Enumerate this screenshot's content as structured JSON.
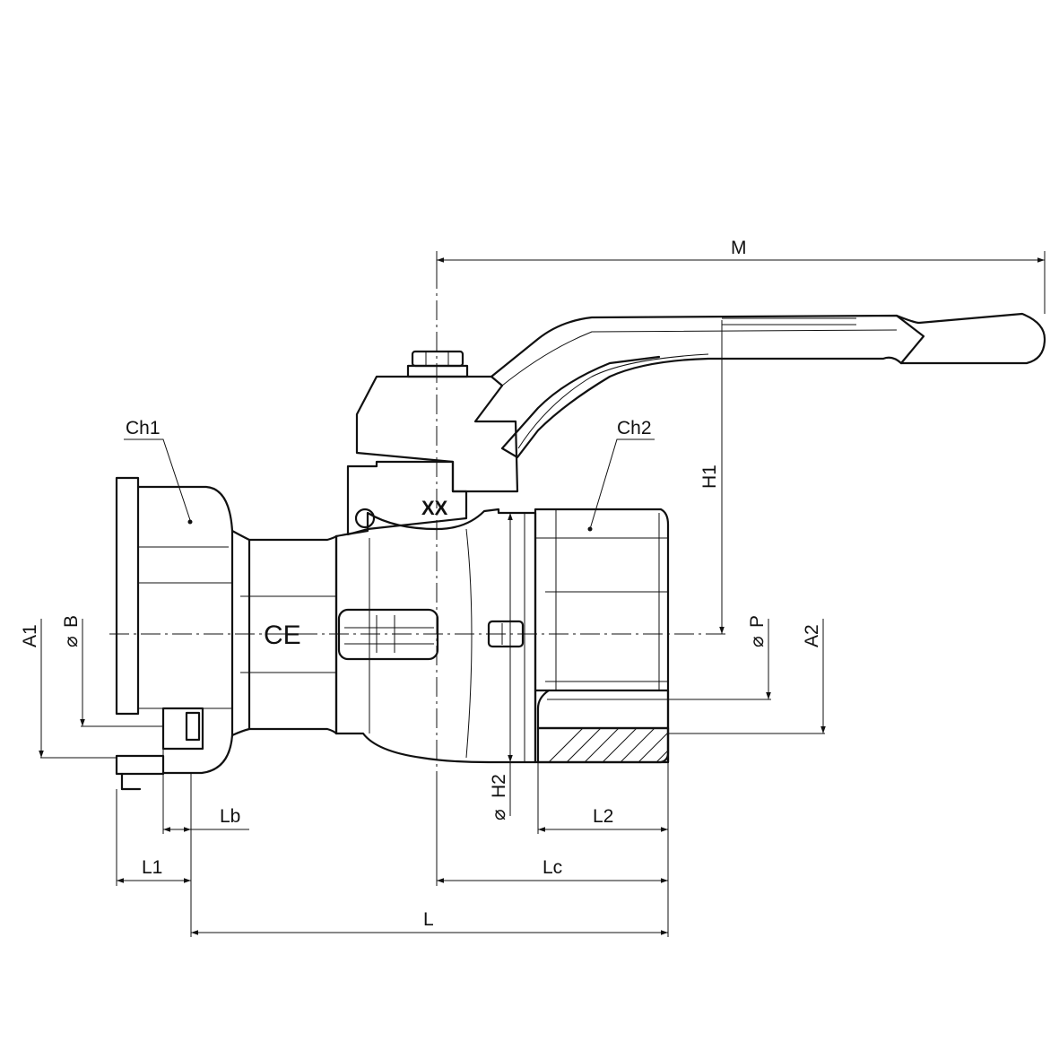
{
  "labels": {
    "M": "M",
    "H1": "H1",
    "Ch1": "Ch1",
    "Ch2": "Ch2",
    "A1": "A1",
    "B": "B",
    "P": "P",
    "A2": "A2",
    "H2": "H2",
    "Lb": "Lb",
    "L1": "L1",
    "L2": "L2",
    "Lc": "Lc",
    "L": "L",
    "diameter_symbol": "⌀"
  },
  "body_markings": {
    "size_mark": "XX",
    "ce_mark": "CE"
  }
}
